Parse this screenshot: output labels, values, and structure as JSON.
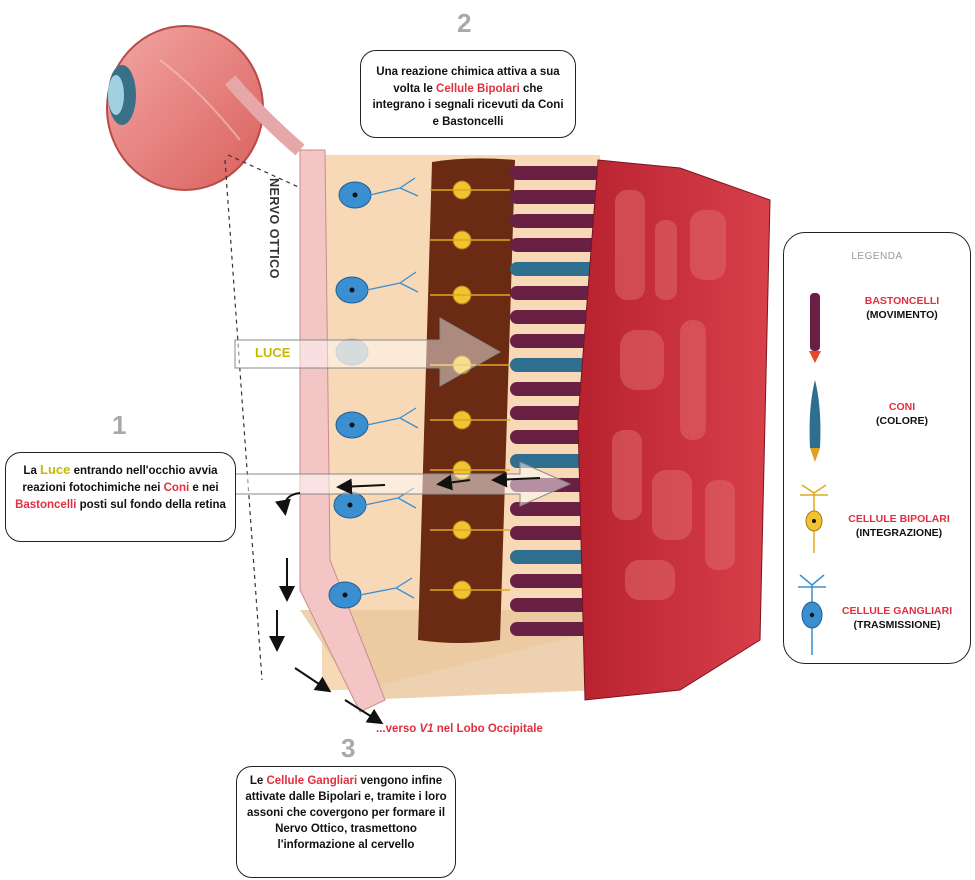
{
  "steps": {
    "s1": {
      "number": "1",
      "t1": "La ",
      "t2": "Luce",
      "t3": " entrando nell'occhio avvia reazioni fotochimiche nei ",
      "t4": "Coni",
      "t5": " e nei ",
      "t6": "Bastoncelli",
      "t7": " posti sul fondo della retina"
    },
    "s2": {
      "number": "2",
      "t1": "Una reazione chimica attiva a sua volta le ",
      "t2": "Cellule Bipolari",
      "t3": " che integrano i segnali ricevuti da Coni e Bastoncelli"
    },
    "s3": {
      "number": "3",
      "t1": "Le ",
      "t2": "Cellule Gangliari",
      "t3": " vengono infine attivate  dalle Bipolari e, tramite i loro assoni che covergono per formare il Nervo Ottico, trasmettono l'informazione al cervello"
    }
  },
  "labels": {
    "nervo_ottico": "NERVO OTTICO",
    "luce": "LUCE",
    "verso_a": "...verso ",
    "verso_b": "V1",
    "verso_c": " nel Lobo Occipitale"
  },
  "legend": {
    "title": "LEGENDA",
    "items": [
      {
        "name": "BASTONCELLI",
        "role": "(MOVIMENTO)",
        "icon": "rod-cell-icon"
      },
      {
        "name": "CONI",
        "role": "(COLORE)",
        "icon": "cone-cell-icon"
      },
      {
        "name": "CELLULE BIPOLARI",
        "role": "(INTEGRAZIONE)",
        "icon": "bipolar-cell-icon"
      },
      {
        "name": "CELLULE GANGLIARI",
        "role": "(TRASMISSIONE)",
        "icon": "ganglion-cell-icon"
      }
    ]
  },
  "colors": {
    "accent_red": "#e03040",
    "rod": "#6a1f45",
    "cone": "#2f6e8e",
    "bipolar": "#f2c230",
    "ganglion": "#3a8fd0",
    "tissue": "#f7d9b8",
    "epithelium": "#6b2a14",
    "choroid": "#c62f3c"
  }
}
